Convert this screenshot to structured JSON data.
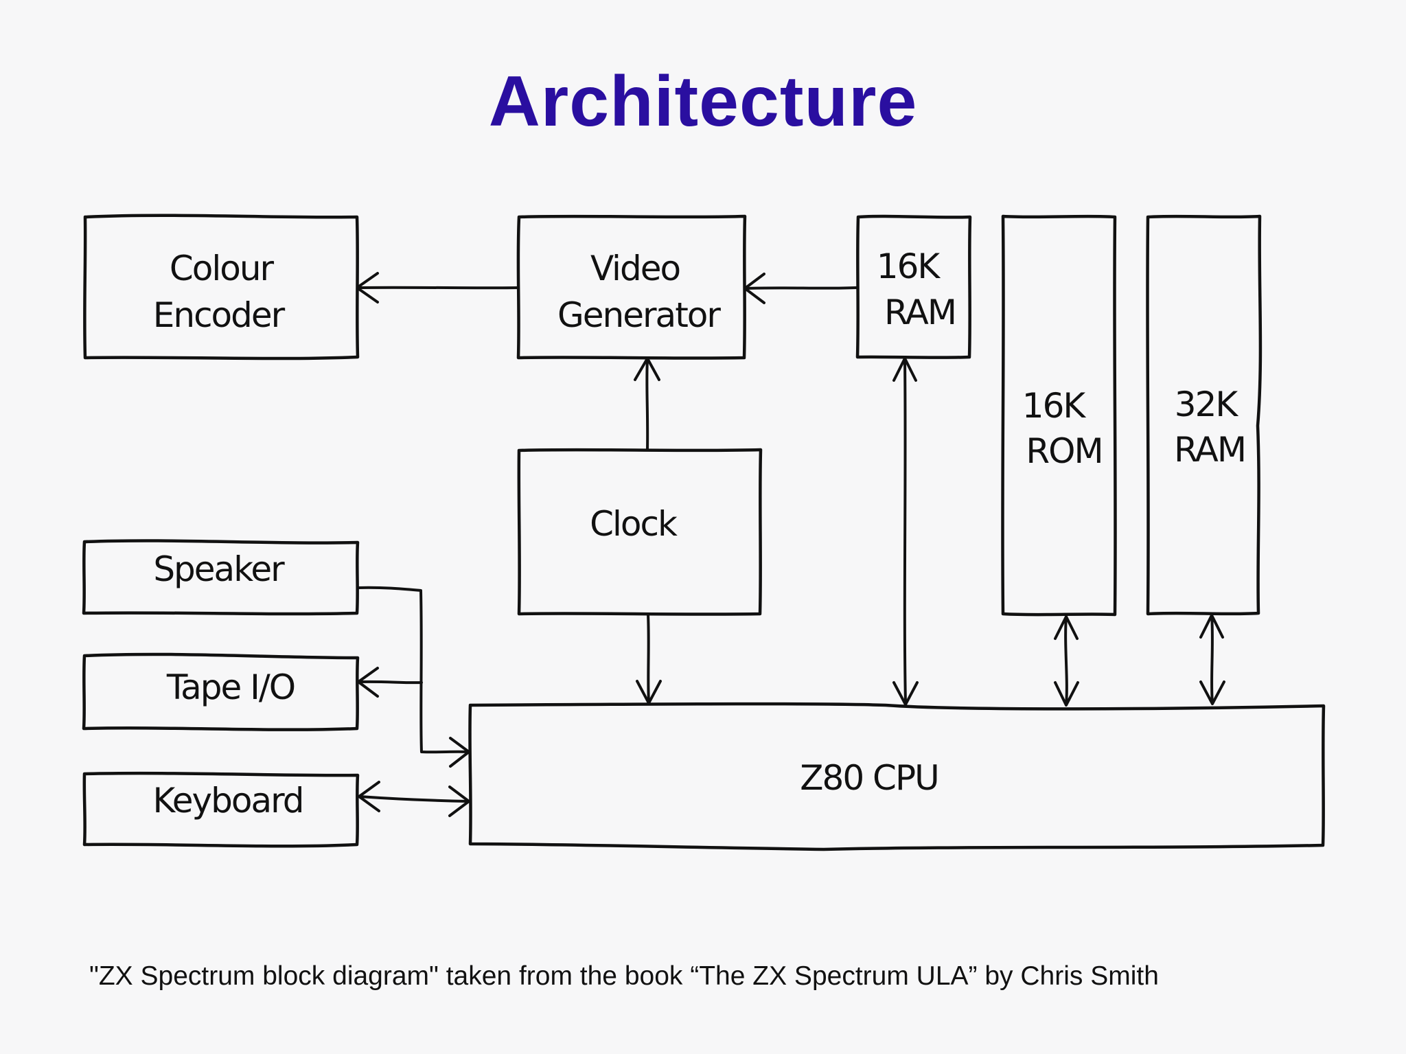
{
  "title": "Architecture",
  "blocks": {
    "colour_encoder": [
      "Colour",
      "Encoder"
    ],
    "video_generator": [
      "Video",
      "Generator"
    ],
    "ram_16k": [
      "16K",
      "RAM"
    ],
    "rom_16k": [
      "16K",
      "ROM"
    ],
    "ram_32k": [
      "32K",
      "RAM"
    ],
    "clock": "Clock",
    "speaker": "Speaker",
    "tape_io": "Tape I/O",
    "keyboard": "Keyboard",
    "cpu": "Z80 CPU"
  },
  "caption": "\"ZX Spectrum block diagram\" taken from the book “The ZX Spectrum ULA” by Chris Smith"
}
